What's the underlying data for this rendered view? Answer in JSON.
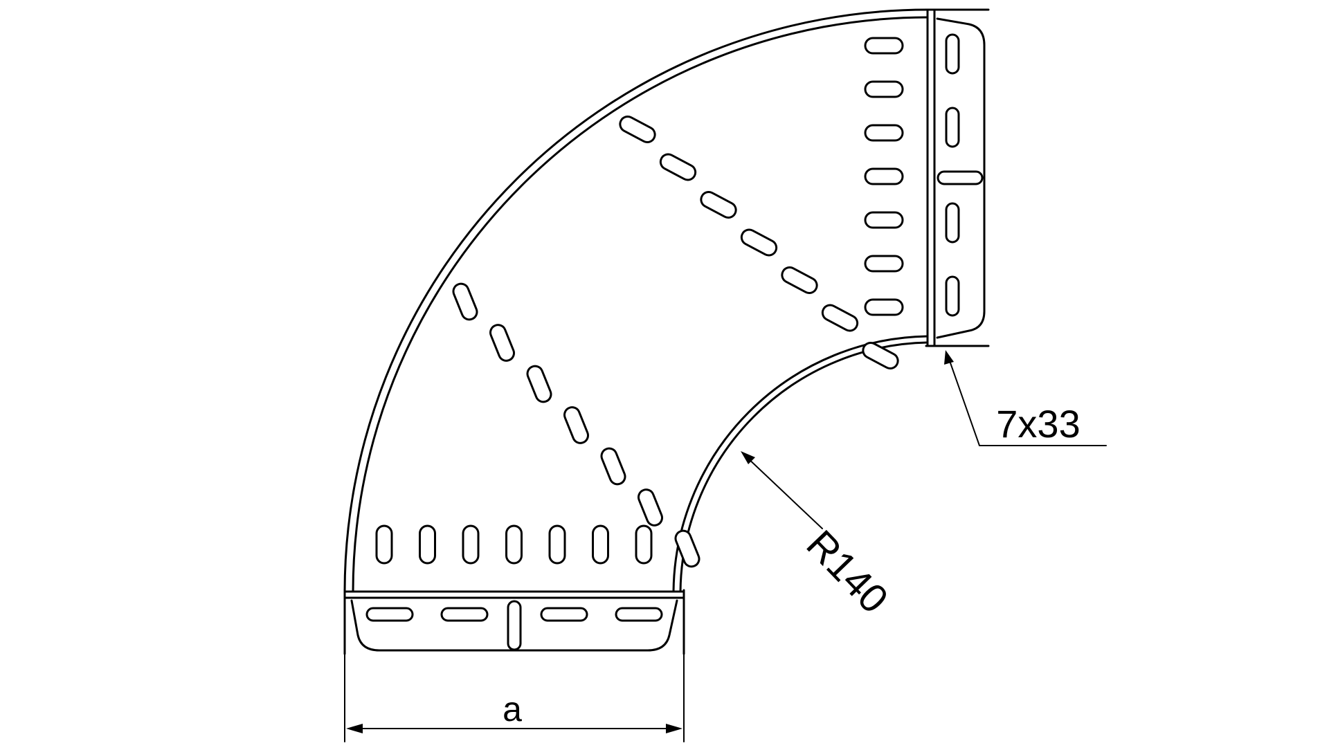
{
  "drawing": {
    "subject": "cable-tray-90-degree-bend",
    "ink_color": "#000000",
    "background_color": "#ffffff",
    "dimensions": {
      "width_label": "a",
      "radius_label": "R140",
      "slot_label": "7x33"
    },
    "slot_groups": [
      {
        "location": "bottom-straight",
        "count": 7
      },
      {
        "location": "lower-diagonal",
        "count": 7
      },
      {
        "location": "upper-diagonal",
        "count": 7
      },
      {
        "location": "right-straight",
        "count": 7
      },
      {
        "location": "bottom-connector-plate",
        "count": 5
      },
      {
        "location": "right-connector-plate",
        "count": 5
      }
    ]
  }
}
